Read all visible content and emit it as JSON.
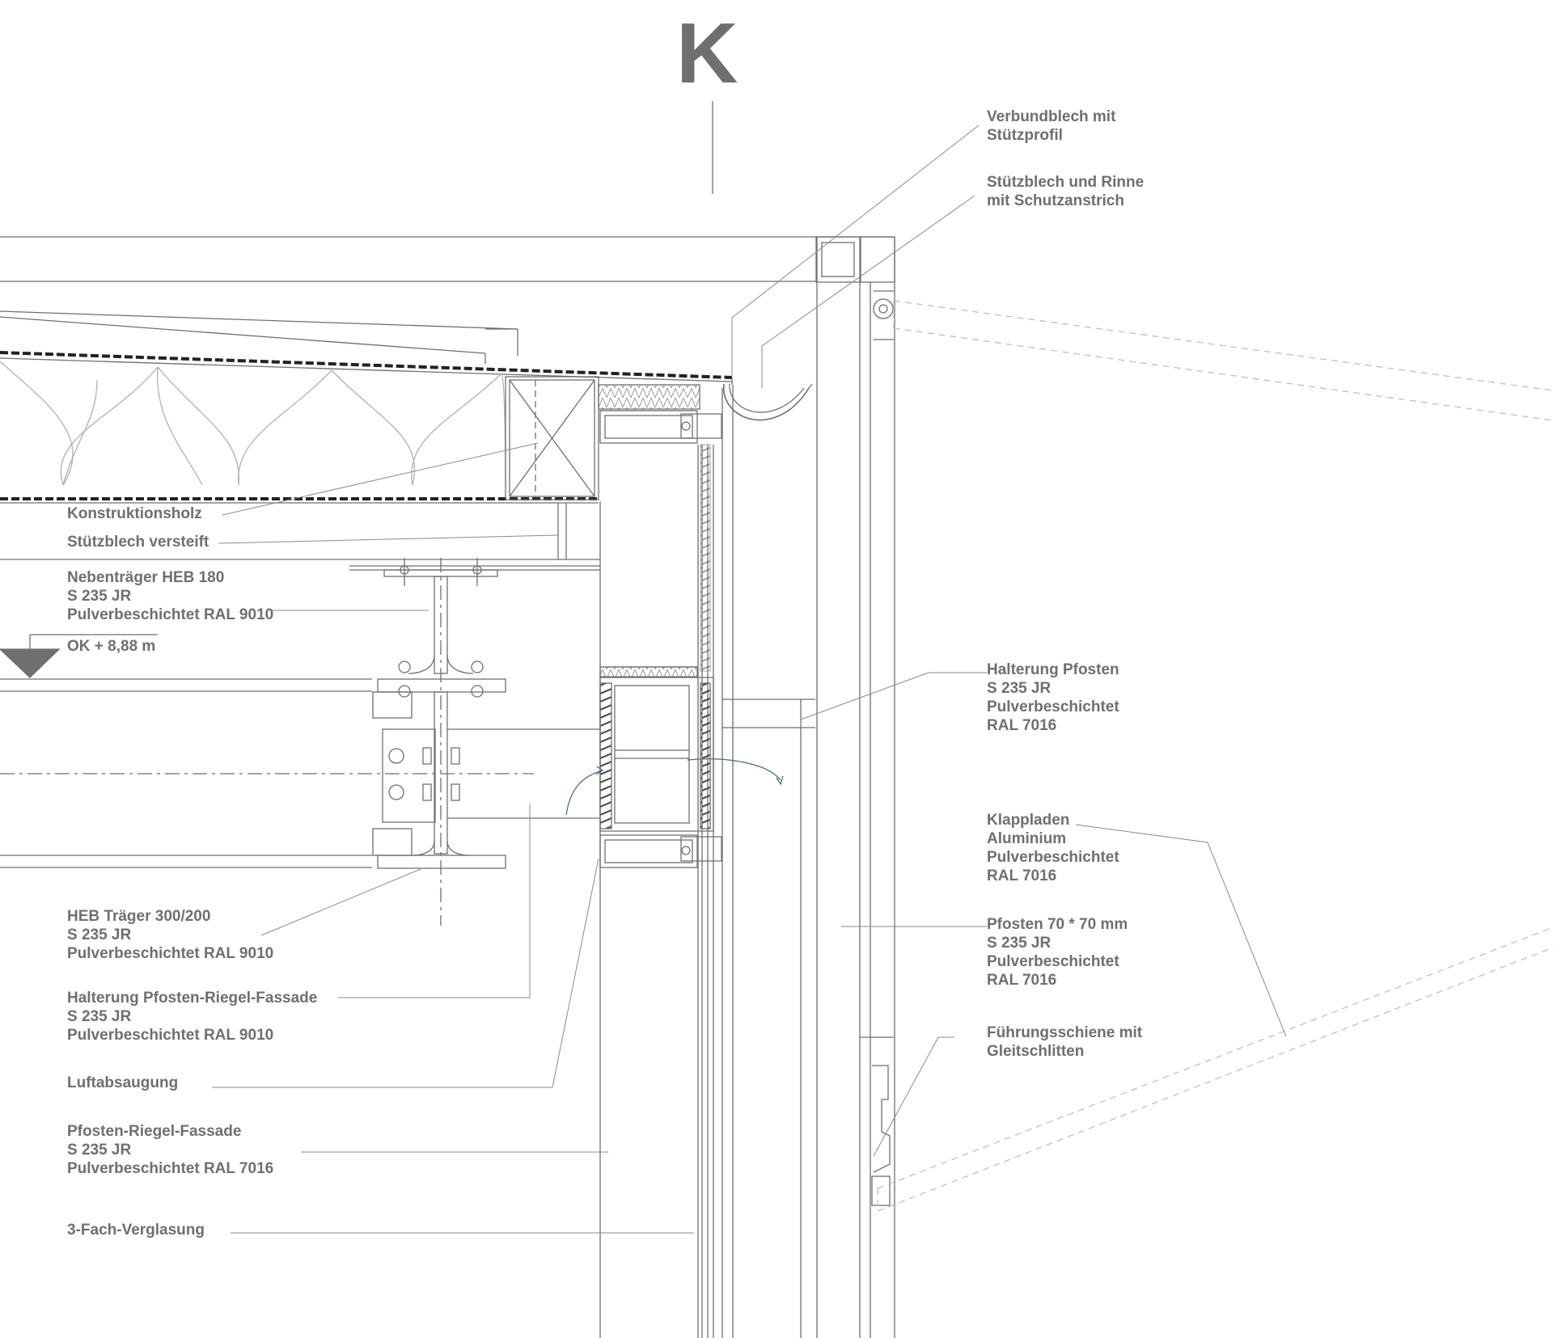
{
  "section_mark": "K",
  "colors": {
    "line": "#6f6f6f",
    "text": "#6f6f6f",
    "arrow": "#4a6a8a",
    "background": "#ffffff"
  },
  "labels": {
    "verbundblech": [
      "Verbundblech mit",
      "Stützprofil"
    ],
    "stuetzblech_rinne": [
      "Stützblech und Rinne",
      "mit Schutzanstrich"
    ],
    "konstruktionsholz": [
      "Konstruktionsholz"
    ],
    "stuetzblech_versteift": [
      "Stützblech versteift"
    ],
    "nebentraeger": [
      "Nebenträger HEB 180",
      "S 235 JR",
      "Pulverbeschichtet RAL 9010"
    ],
    "level": [
      "OK + 8,88 m"
    ],
    "halterung_pfosten": [
      "Halterung Pfosten",
      "S 235 JR",
      "Pulverbeschichtet",
      "RAL 7016"
    ],
    "klappladen": [
      "Klappladen",
      "Aluminium",
      "Pulverbeschichtet",
      "RAL 7016"
    ],
    "heb_traeger": [
      "HEB Träger 300/200",
      "S 235 JR",
      "Pulverbeschichtet RAL 9010"
    ],
    "pfosten": [
      "Pfosten 70 * 70 mm",
      "S 235 JR",
      "Pulverbeschichtet",
      "RAL 7016"
    ],
    "halterung_fassade": [
      "Halterung Pfosten-Riegel-Fassade",
      "S 235 JR",
      "Pulverbeschichtet RAL 9010"
    ],
    "fuehrungsschiene": [
      "Führungsschiene mit",
      "Gleitschlitten"
    ],
    "luftabsaugung": [
      "Luftabsaugung"
    ],
    "pfosten_riegel_fassade": [
      "Pfosten-Riegel-Fassade",
      "S 235 JR",
      "Pulverbeschichtet RAL 7016"
    ],
    "verglasung": [
      "3-Fach-Verglasung"
    ]
  }
}
